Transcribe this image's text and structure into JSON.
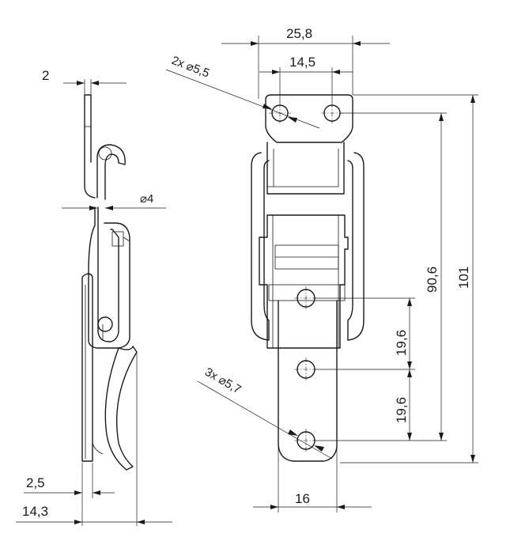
{
  "dimensions": {
    "d_thickness": "2",
    "d_pin": "⌀4",
    "d_2_5": "2,5",
    "d_14_3": "14,3",
    "d_25_8": "25,8",
    "d_14_5": "14,5",
    "d_holes_top": "2x ⌀5,5",
    "d_holes_bottom": "3x ⌀5,7",
    "d_16": "16",
    "d_90_6": "90,6",
    "d_101": "101",
    "d_19_6_a": "19,6",
    "d_19_6_b": "19,6"
  },
  "colors": {
    "line": "#1a1a1a",
    "background": "#ffffff"
  }
}
